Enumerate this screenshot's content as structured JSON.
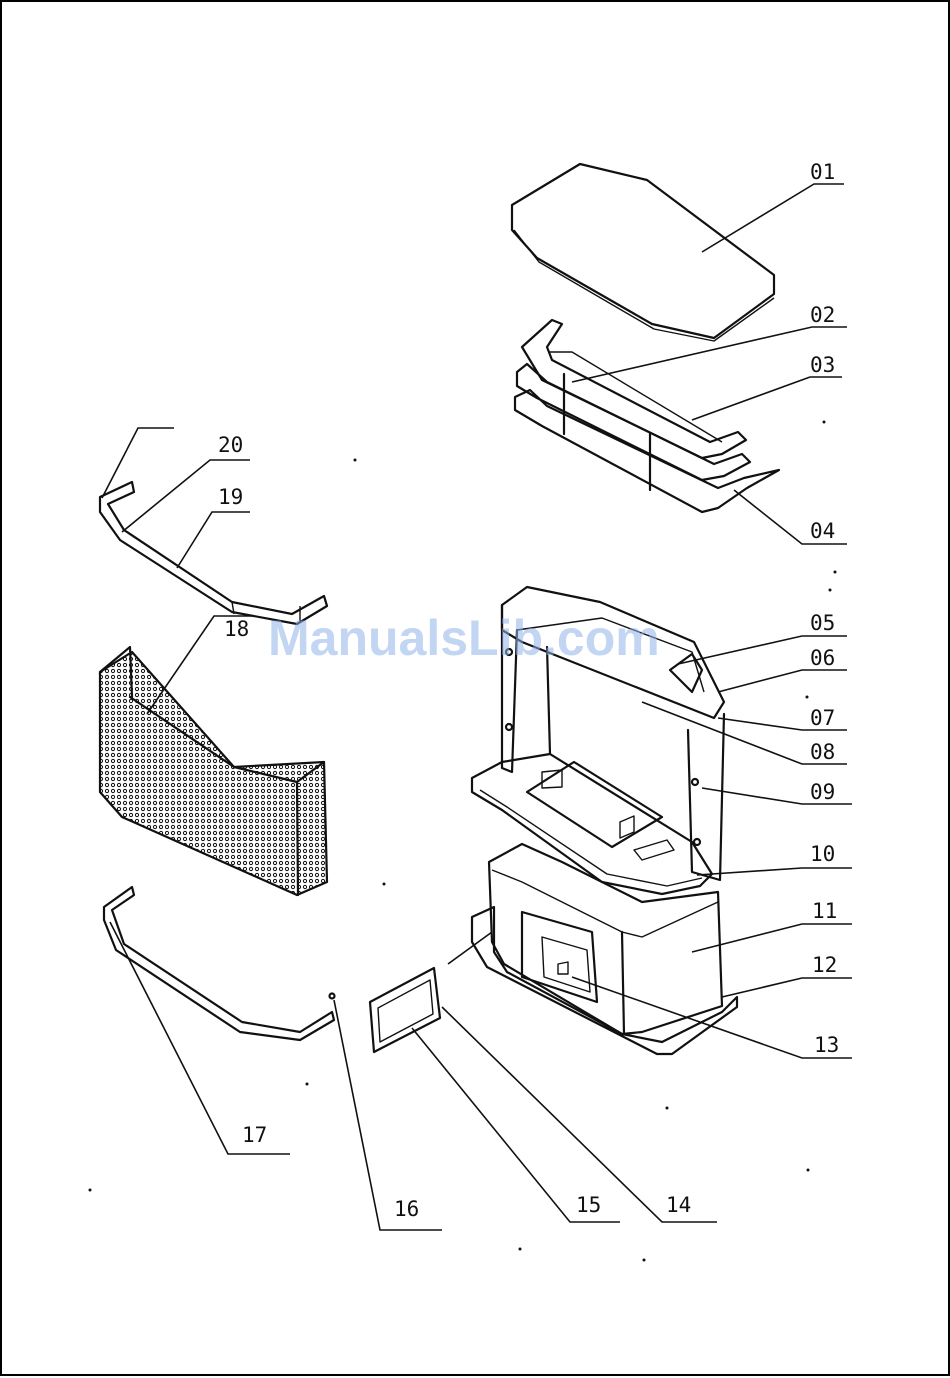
{
  "diagram": {
    "watermark": "ManualsLib.com",
    "callouts": [
      {
        "id": "01",
        "label": "01"
      },
      {
        "id": "02",
        "label": "02"
      },
      {
        "id": "03",
        "label": "03"
      },
      {
        "id": "04",
        "label": "04"
      },
      {
        "id": "05",
        "label": "05"
      },
      {
        "id": "06",
        "label": "06"
      },
      {
        "id": "07",
        "label": "07"
      },
      {
        "id": "08",
        "label": "08"
      },
      {
        "id": "09",
        "label": "09"
      },
      {
        "id": "10",
        "label": "10"
      },
      {
        "id": "11",
        "label": "11"
      },
      {
        "id": "12",
        "label": "12"
      },
      {
        "id": "13",
        "label": "13"
      },
      {
        "id": "14",
        "label": "14"
      },
      {
        "id": "15",
        "label": "15"
      },
      {
        "id": "16",
        "label": "16"
      },
      {
        "id": "17",
        "label": "17"
      },
      {
        "id": "18",
        "label": "18"
      },
      {
        "id": "19",
        "label": "19"
      },
      {
        "id": "20",
        "label": "20"
      }
    ]
  }
}
